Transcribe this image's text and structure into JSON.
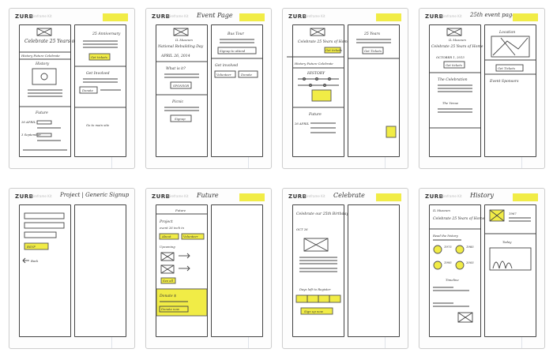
{
  "brand": "ZURB",
  "sheet_sub": "Wireframe Kit",
  "colors": {
    "highlight": "#f1ec46",
    "ink": "#444444",
    "paper": "#fdfdfd"
  },
  "sheets": [
    {
      "id": "s1",
      "title": "",
      "left": {
        "hero": "Celebrate 25 Years of Home",
        "nav": "History  Future  Celebrate",
        "section1": "History",
        "section2": "Future",
        "date": "26 APRIL",
        "date2": "3 September"
      },
      "right": {
        "heading": "25 Anniversary",
        "button1": "Get tickets",
        "heading2": "Get Involved",
        "button2": "Donate",
        "link": "Go to main site"
      }
    },
    {
      "id": "s2",
      "title": "Event Page",
      "left": {
        "logo": "IL Museum",
        "hero": "National Rebuilding Day",
        "date": "APRIL 26, 2014",
        "q": "What is it?",
        "button1": "SPONSOR",
        "section": "Picnic",
        "button2": "Signup"
      },
      "right": {
        "heading": "Bus Tour",
        "button1": "Signup to attend",
        "heading2": "Get involved",
        "button2": "Volunteer",
        "button3": "Donate"
      }
    },
    {
      "id": "s3",
      "title": "",
      "left": {
        "hero": "Celebrate 25 Years of Home",
        "button1": "Get tickets",
        "nav": "History  Future  Celebrate",
        "section1": "HISTORY",
        "section2": "Future",
        "date": "26 APRIL"
      },
      "right": {
        "heading": "25 Years",
        "button1": "Get Tickets"
      }
    },
    {
      "id": "s4",
      "title": "25th event page",
      "left": {
        "logo": "IL Museum",
        "hero": "Celebrate 25 Years of Home",
        "date": "OCTOBER 1, 2013",
        "button1": "Get tickets",
        "section1": "The Celebration",
        "section2": "The Venue"
      },
      "right": {
        "heading": "Location",
        "button1": "Get Tickets",
        "heading2": "Event Sponsors"
      }
    },
    {
      "id": "s5",
      "title": "Project | Generic Signup",
      "left": {
        "button1": "RSVP",
        "link": "Back"
      },
      "right": {}
    },
    {
      "id": "s6",
      "title": "Future",
      "left": {
        "nav": "Future",
        "heading": "Project",
        "sub": "event 26 inch in",
        "button1": "About",
        "button2": "Volunteer",
        "label": "Upcoming",
        "button3": "See all",
        "heading2": "Donate $",
        "button4": "Donate now"
      },
      "right": {}
    },
    {
      "id": "s7",
      "title": "Celebrate",
      "left": {
        "hero": "Celebrate our 25th Birthday",
        "date": "OCT 26",
        "label": "Days left to Register",
        "button1": "Sign up now"
      },
      "right": {}
    },
    {
      "id": "s8",
      "title": "History",
      "left": {
        "logo": "IL Museum",
        "hero": "Celebrate 25 Years of Home",
        "label": "Read the history",
        "item1": "1975",
        "item2": "1985",
        "item3": "1995",
        "item4": "2005",
        "label2": "Timeline"
      },
      "right": {
        "item1": "1967",
        "label": "Today"
      }
    }
  ]
}
